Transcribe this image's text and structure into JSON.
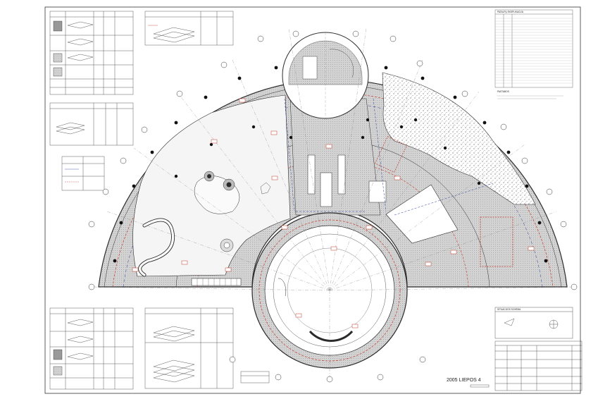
{
  "drawing": {
    "date_stamp": "2005 LIEPOS 4",
    "legend_title": "PATALPŲ EKSPLIKACIJA",
    "notes_title": "PASTABOS",
    "site_scheme_title": "SITUACIJOS SCHEMA"
  },
  "colors": {
    "line": "#2b2b2b",
    "floor_hatch": "#c9c9c9",
    "water_red": "#c0392b",
    "note_blue": "#2c3e9e",
    "paper": "#ffffff"
  }
}
